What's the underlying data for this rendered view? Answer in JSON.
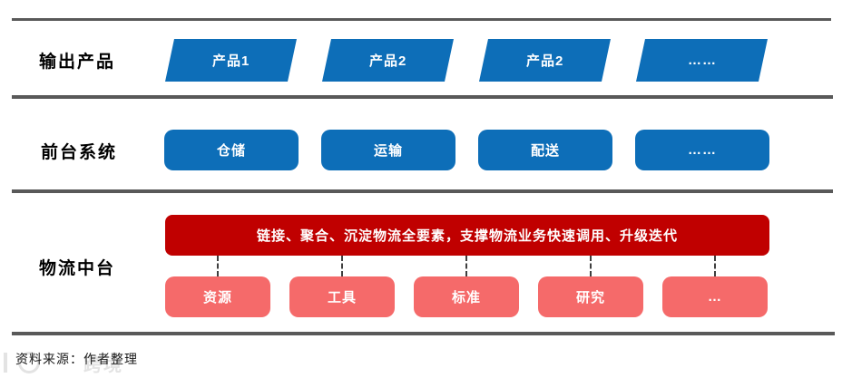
{
  "colors": {
    "primary_blue": "#0D6EB8",
    "dark_red": "#C00000",
    "coral_red": "#F56A6A",
    "divider_gray": "#595959",
    "connector_gray": "#3f3f3f"
  },
  "rows": [
    {
      "label": "输出产品",
      "items": [
        "产品1",
        "产品2",
        "产品2",
        "……"
      ]
    },
    {
      "label": "前台系统",
      "items": [
        "仓储",
        "运输",
        "配送",
        "……"
      ]
    },
    {
      "label": "物流中台",
      "banner": "链接、聚合、沉淀物流全要素，支撑物流业务快速调用、升级迭代",
      "items": [
        "资源",
        "工具",
        "标准",
        "研究",
        "…"
      ]
    }
  ],
  "footer": {
    "source": "资料来源：作者整理"
  },
  "watermark": {
    "visible_text": "跨境"
  }
}
